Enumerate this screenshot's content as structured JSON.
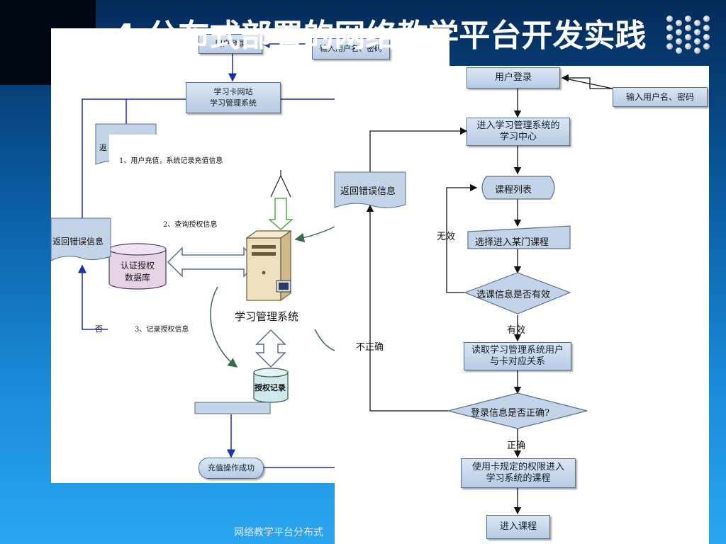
{
  "slide": {
    "title": "4.分布式部署的网络教学平台开发实践",
    "footer": "网络教学平台分布式"
  },
  "left_diagram": {
    "login": "用户登录",
    "input_credentials": "输入用户名、密码",
    "card_site_line1": "学习卡网站",
    "card_site_line2": "学习管理系统",
    "return_error_partial": "返",
    "return_error": "返回错误信息",
    "step1": "1、用户充值，系统记录充值信息",
    "step2": "2、查询授权信息",
    "step3": "3、记录授权信息",
    "auth_db_line1": "认证授权",
    "auth_db_line2": "数据库",
    "lms_label": "学习管理系统",
    "auth_record": "授权记录",
    "no_label": "否",
    "recharge_success": "充值操作成功"
  },
  "right_diagram": {
    "login": "用户登录",
    "input_credentials": "输入用户名、密码",
    "enter_center_line1": "进入学习管理系统的",
    "enter_center_line2": "学习中心",
    "return_error": "返回错误信息",
    "course_list": "课程列表",
    "invalid": "无效",
    "select_course": "选择进入某门课程",
    "check_selection": "选课信息是否有效",
    "valid": "有效",
    "read_mapping_line1": "读取学习管理系统用户",
    "read_mapping_line2": "与卡对应关系",
    "incorrect": "不正确",
    "check_login": "登录信息是否正确?",
    "correct": "正确",
    "use_card_line1": "使用卡规定的权限进入",
    "use_card_line2": "学习系统的课程",
    "enter_course": "进入课程"
  }
}
